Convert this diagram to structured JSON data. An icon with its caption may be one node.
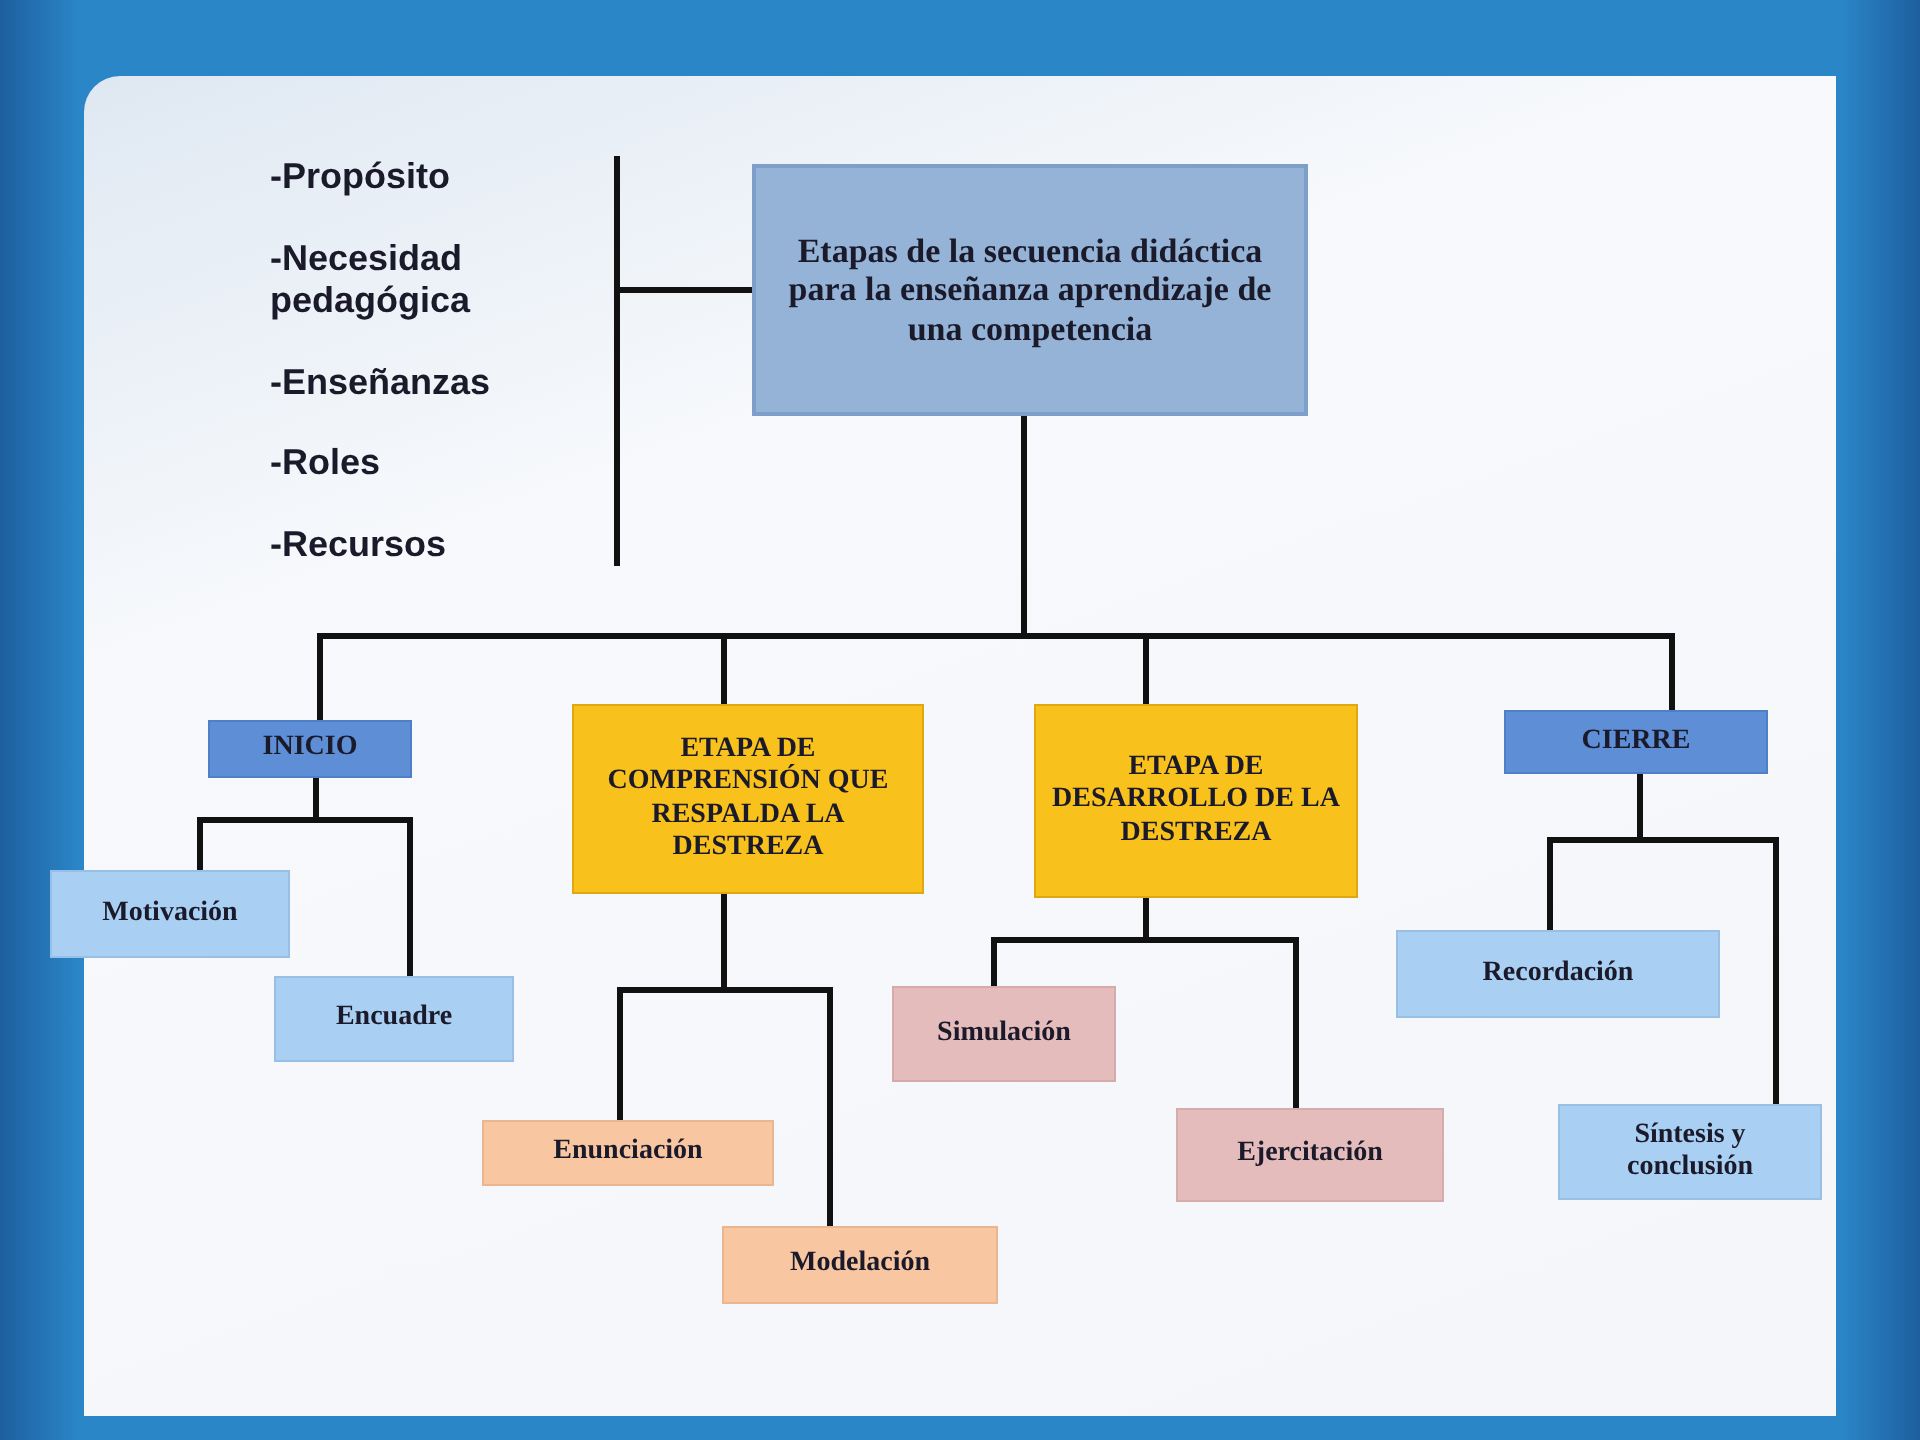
{
  "diagram": {
    "nodes": [
      {
        "text": [
          "-Propósito",
          "-Necesidad pedagógica",
          "-Enseñanzas",
          "-Roles",
          "-Recursos"
        ]
      },
      {
        "text": [
          "Etapas de la secuencia didáctica para la enseñanza aprendizaje de una competencia"
        ]
      },
      {
        "text": [
          "INICIO"
        ]
      },
      {
        "text": [
          "ETAPA DE COMPRENSIÓN QUE RESPALDA LA DESTREZA"
        ]
      },
      {
        "text": [
          "ETAPA DE DESARROLLO DE LA DESTREZA"
        ]
      },
      {
        "text": [
          "CIERRE"
        ]
      },
      {
        "text": [
          "Motivación"
        ]
      },
      {
        "text": [
          "Encuadre"
        ]
      },
      {
        "text": [
          "Enunciación"
        ]
      },
      {
        "text": [
          "Modelación"
        ]
      },
      {
        "text": [
          "Simulación"
        ]
      },
      {
        "text": [
          "Ejercitación"
        ]
      },
      {
        "text": [
          "Recordación"
        ]
      },
      {
        "text": [
          "Síntesis y conclusión"
        ]
      }
    ],
    "edges": [
      {
        "from": 1,
        "to": 0,
        "arrow": "none"
      },
      {
        "from": 1,
        "to": 2,
        "arrow": "none"
      },
      {
        "from": 1,
        "to": 3,
        "arrow": "none"
      },
      {
        "from": 1,
        "to": 4,
        "arrow": "none"
      },
      {
        "from": 1,
        "to": 5,
        "arrow": "none"
      },
      {
        "from": 2,
        "to": 6,
        "arrow": "none"
      },
      {
        "from": 2,
        "to": 7,
        "arrow": "none"
      },
      {
        "from": 3,
        "to": 8,
        "arrow": "none"
      },
      {
        "from": 3,
        "to": 9,
        "arrow": "none"
      },
      {
        "from": 4,
        "to": 10,
        "arrow": "none"
      },
      {
        "from": 4,
        "to": 11,
        "arrow": "none"
      },
      {
        "from": 5,
        "to": 12,
        "arrow": "none"
      },
      {
        "from": 5,
        "to": 13,
        "arrow": "none"
      }
    ]
  }
}
